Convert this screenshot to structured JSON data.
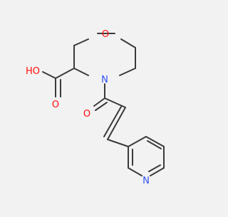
{
  "molecule": {
    "atom_labels": {
      "ring_oxygen": "O",
      "ring_nitrogen": "N",
      "hydroxyl": "HO",
      "acid_carbonyl_oxygen": "O",
      "amide_carbonyl_oxygen": "O",
      "pyridine_nitrogen": "N"
    },
    "colors": {
      "bond": "#3a3a3a",
      "oxygen": "#ff0d0d",
      "nitrogen": "#3050f8",
      "background": "#f2f2f2"
    }
  }
}
